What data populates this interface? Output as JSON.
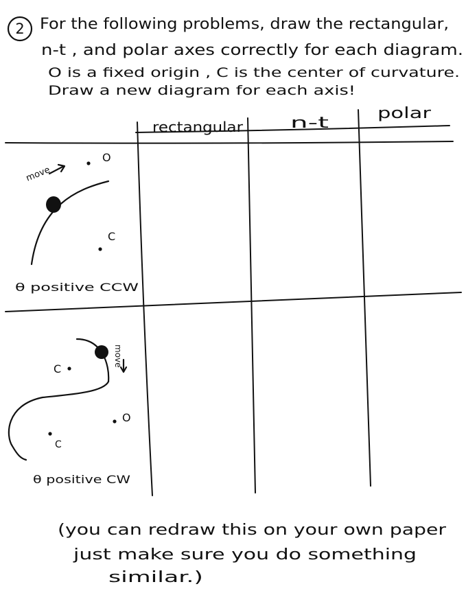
{
  "problem": {
    "number": "2",
    "lines": [
      "For the following problems, draw the rectangular,",
      "n-t , and polar axes correctly for each diagram.",
      "O is a fixed origin , C is the center of curvature.",
      "Draw a new diagram for each axis!"
    ]
  },
  "table": {
    "columns": [
      "rectangular",
      "n-t",
      "polar"
    ],
    "rows": [
      {
        "move_label": "move",
        "origin_label": "O",
        "center_label": "C",
        "theta_label": "θ positive CCW"
      },
      {
        "move_label": "move",
        "origin_label": "O",
        "center_label_1": "C",
        "center_label_2": "C",
        "theta_label": "θ positive CW"
      }
    ]
  },
  "footer": {
    "lines": [
      "(you can redraw this on your own paper",
      "just make sure you do something",
      "similar.)"
    ]
  }
}
